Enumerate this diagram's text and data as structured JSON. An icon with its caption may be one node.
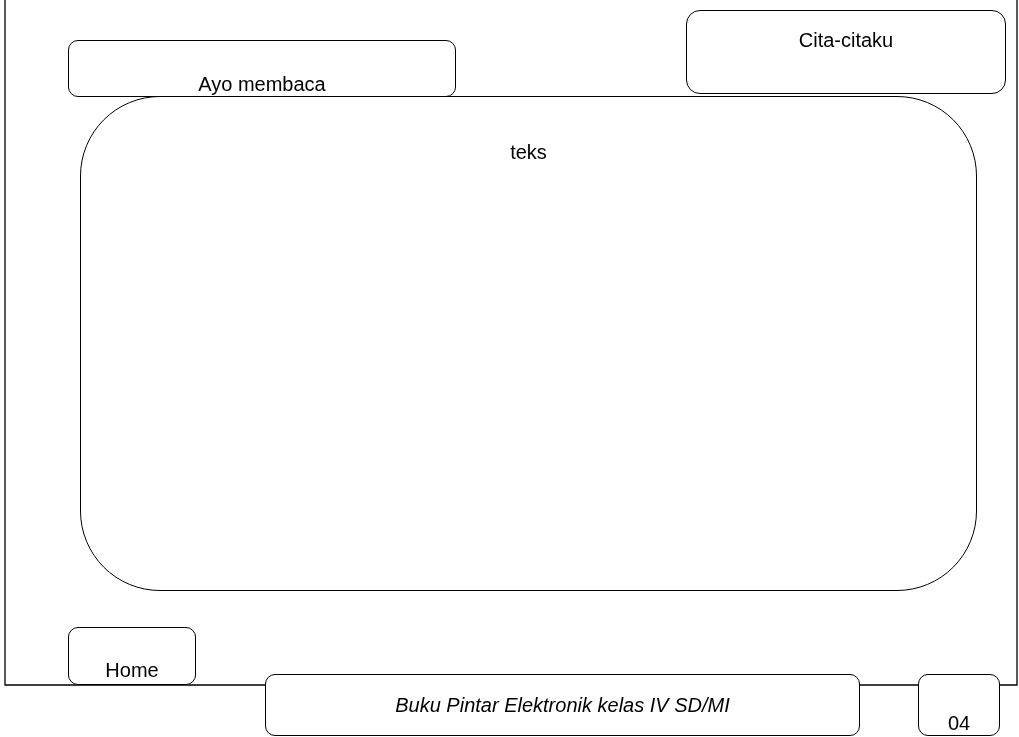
{
  "diagram": {
    "nodes": [
      {
        "text": [
          "Ayo membaca"
        ]
      },
      {
        "text": [
          "Cita-citaku"
        ]
      },
      {
        "text": [
          "teks"
        ]
      },
      {
        "text": [
          "Home"
        ]
      },
      {
        "text": [
          "Buku Pintar Elektronik kelas IV SD/MI"
        ]
      },
      {
        "text": [
          "04"
        ]
      }
    ]
  }
}
